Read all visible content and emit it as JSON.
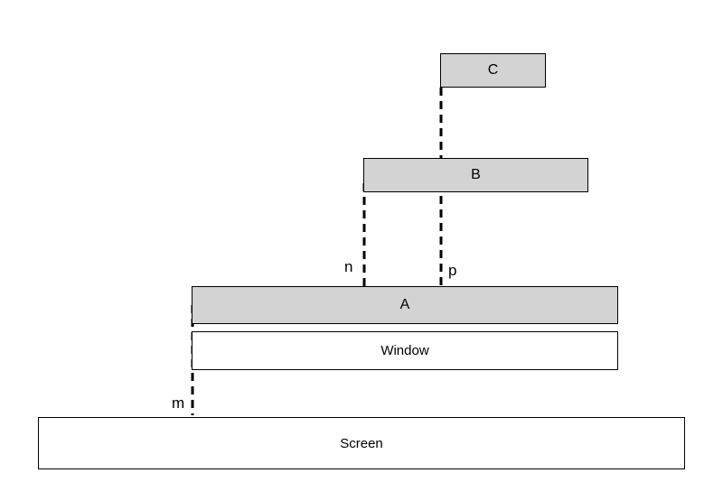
{
  "boxes": {
    "c": "C",
    "b": "B",
    "a": "A",
    "window": "Window",
    "screen": "Screen"
  },
  "offsets": {
    "n": "n",
    "p": "p",
    "m": "m"
  },
  "colors": {
    "layer_fill": "#d3d3d3",
    "base_fill": "#ffffff",
    "stroke": "#000000"
  }
}
